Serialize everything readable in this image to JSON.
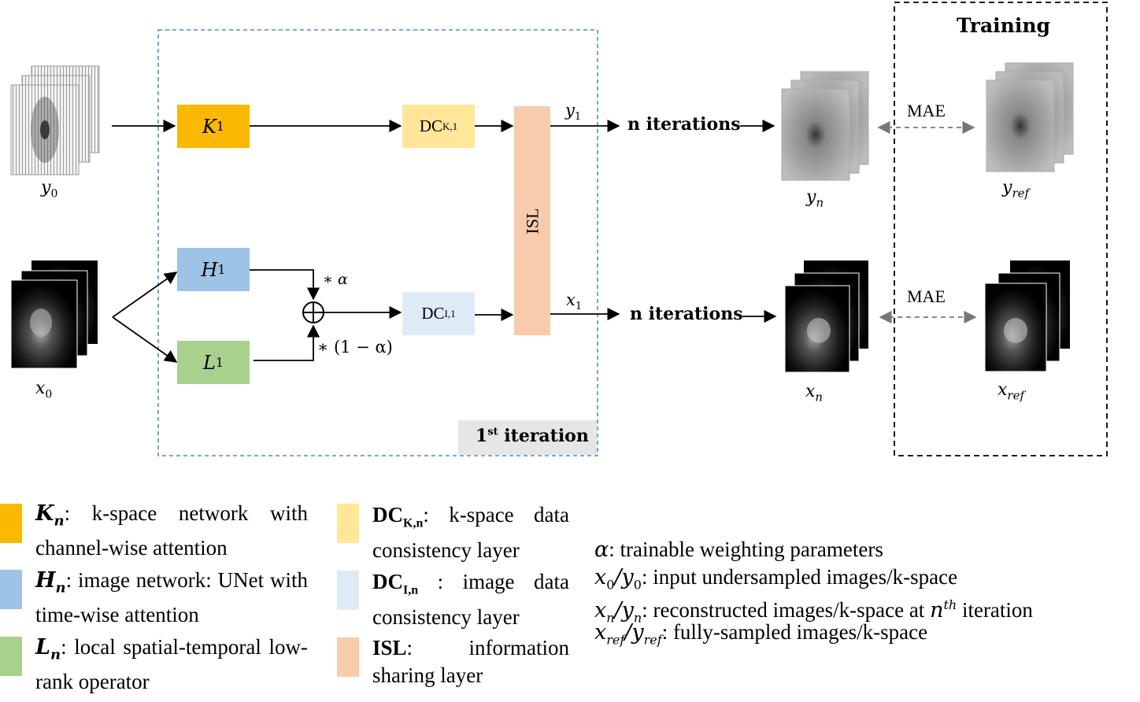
{
  "inputs": {
    "y0": "y",
    "y0_sub": "0",
    "x0": "x",
    "x0_sub": "0"
  },
  "blocks": {
    "k_net": {
      "sym": "K",
      "sub": "1",
      "color": "#fbb800"
    },
    "h_net": {
      "sym": "H",
      "sub": "1",
      "color": "#9dc3e6"
    },
    "l_net": {
      "sym": "L",
      "sub": "1",
      "color": "#a9d18e"
    },
    "dc_k": {
      "sym": "DC",
      "sub": "K,1",
      "color": "#ffe699"
    },
    "dc_i": {
      "sym": "DC",
      "sub": "I,1",
      "color": "#deebf7"
    },
    "isl": {
      "label": "ISL",
      "color": "#f8cbad"
    }
  },
  "weights": {
    "alpha": "∗ α",
    "one_minus_alpha": "∗ (1 − α)"
  },
  "outputs": {
    "y1": "y",
    "y1_sub": "1",
    "x1": "x",
    "x1_sub": "1"
  },
  "iterations_label": "n iterations",
  "iteration_badge": {
    "prefix": "1",
    "sup": "st",
    "suffix": " iteration"
  },
  "results": {
    "yn": "y",
    "yn_sub": "n",
    "xn": "x",
    "xn_sub": "n"
  },
  "training": {
    "title": "Training",
    "loss_label": "MAE",
    "yref": "y",
    "yref_sub": "ref",
    "xref": "x",
    "xref_sub": "ref"
  },
  "legend": [
    {
      "sym": "K",
      "sub": "n",
      "text": ": k-space network with channel-wise attention",
      "color": "#fbb800"
    },
    {
      "sym": "H",
      "sub": "n",
      "text": ": image network: UNet with time-wise attention",
      "color": "#9dc3e6"
    },
    {
      "sym": "L",
      "sub": "n",
      "text": ": local spatial-temporal low-rank operator",
      "color": "#a9d18e"
    },
    {
      "sym": "DC",
      "sub": "K,n",
      "text": ": k-space data consistency layer",
      "color": "#ffe699"
    },
    {
      "sym": "DC",
      "sub": "I,n",
      "text": " : image data consistency layer",
      "color": "#deebf7"
    },
    {
      "sym": "ISL",
      "sub": "",
      "text": ": information sharing layer",
      "color": "#f8cbad"
    }
  ],
  "notes": {
    "alpha": ": trainable weighting parameters",
    "input": ": input undersampled images/k-space",
    "recon_a": ": reconstructed images/k-space at ",
    "recon_b": " iteration",
    "full": ": fully-sampled images/k-space"
  }
}
